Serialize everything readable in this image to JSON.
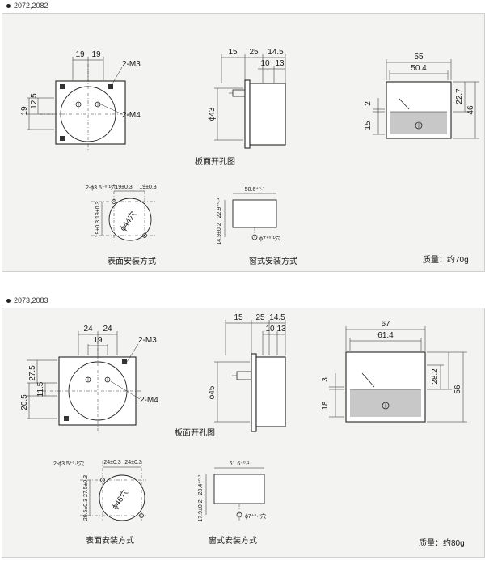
{
  "sections": [
    {
      "model": "2072,2082",
      "front": {
        "d1": "19",
        "d2": "19",
        "v1": "19",
        "v2": "12.5",
        "m3": "2-M3",
        "m4": "2-M4"
      },
      "side": {
        "d1": "15",
        "d2": "25",
        "d3": "14.5",
        "d4": "10",
        "d5": "13",
        "dia": "ϕ43"
      },
      "window": {
        "w1": "55",
        "w2": "50.4",
        "h1": "2",
        "h2": "15",
        "h3": "22.7",
        "h4": "46"
      },
      "panel_cutout": "板面开孔图",
      "surface": {
        "holes": "2-ϕ3.5⁺⁰·¹穴",
        "d1": "19±0.3",
        "d2": "19±0.3",
        "v": "19±0.3 19±0.3",
        "dia": "ϕ44穴"
      },
      "win_mount": {
        "w": "50.6⁺⁰·¹",
        "h1": "22.9⁺⁰·¹",
        "h2": "14.9±0.2",
        "hole": "ϕ7⁺⁰·¹穴"
      },
      "surface_title": "表面安装方式",
      "window_title": "窗式安装方式",
      "weight": "质量：约70g"
    },
    {
      "model": "2073,2083",
      "front": {
        "d1": "24",
        "d2": "24",
        "d3": "19",
        "v1": "27.5",
        "v2": "11.5",
        "v3": "20.5",
        "m3": "2-M3",
        "m4": "2-M4"
      },
      "side": {
        "d1": "15",
        "d2": "25",
        "d3": "14.5",
        "d4": "10",
        "d5": "13",
        "dia": "ϕ45"
      },
      "window": {
        "w1": "67",
        "w2": "61.4",
        "h1": "3",
        "h2": "18",
        "h3": "28.2",
        "h4": "56"
      },
      "panel_cutout": "板面开孔图",
      "surface": {
        "holes": "2-ϕ3.5⁺⁰·¹穴",
        "d1": "24±0.3",
        "d2": "24±0.3",
        "v": "20.5±0.3 27.5±0.3",
        "dia": "ϕ46穴"
      },
      "win_mount": {
        "w": "61.6⁺⁰·¹",
        "h1": "28.4⁺⁰·¹",
        "h2": "17.9±0.2",
        "hole": "ϕ7⁺⁰·¹穴"
      },
      "surface_title": "表面安装方式",
      "window_title": "窗式安装方式",
      "weight": "质量：约80g"
    }
  ]
}
